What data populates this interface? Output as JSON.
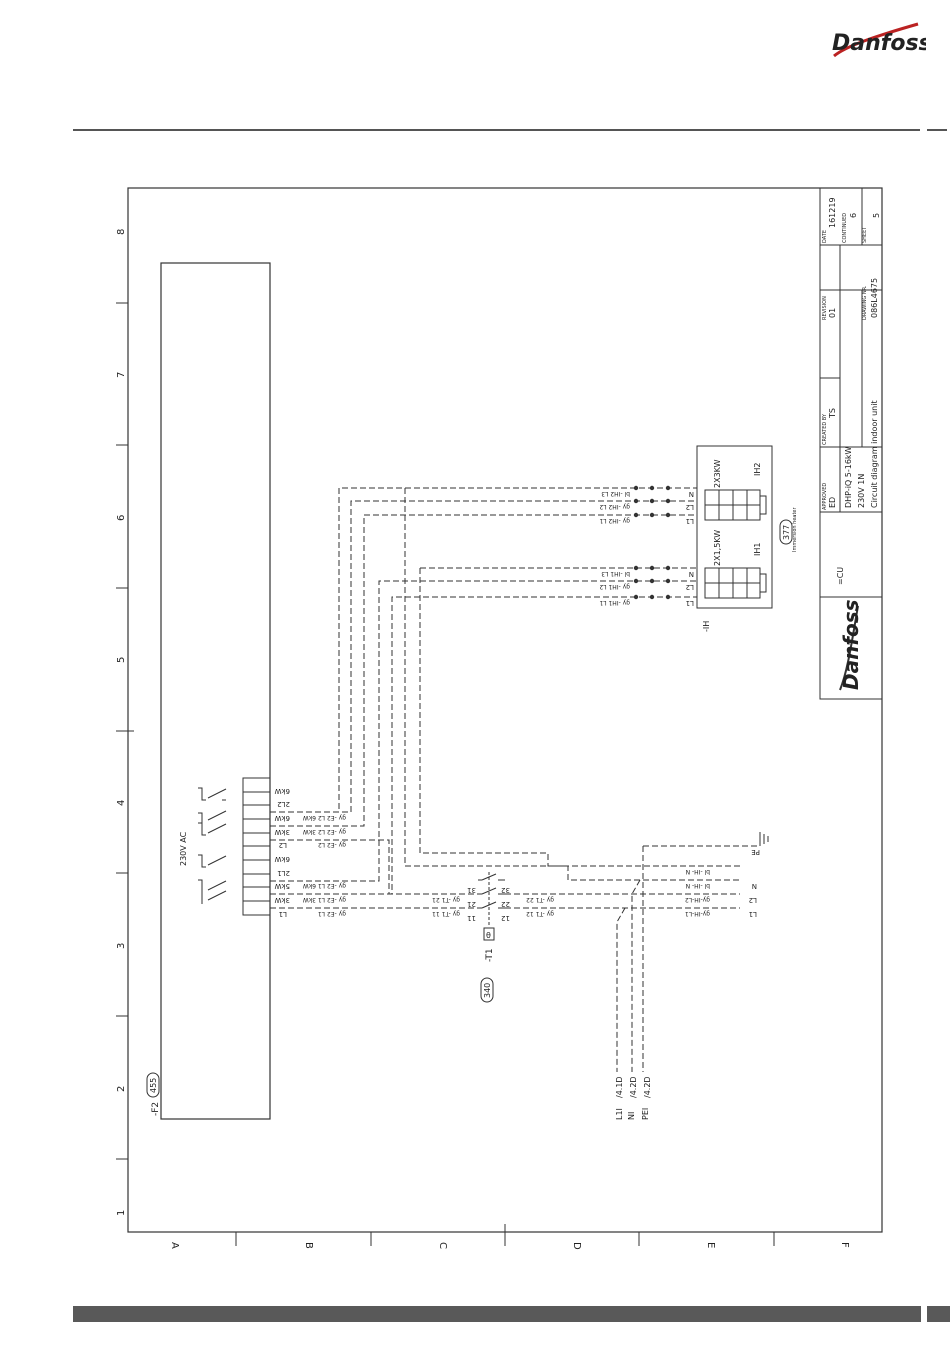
{
  "header": {
    "logo_text": "Danfoss"
  },
  "frame": {
    "row_numbers": [
      "1",
      "2",
      "3",
      "4",
      "5",
      "6",
      "7",
      "8"
    ],
    "col_letters": [
      "A",
      "B",
      "C",
      "D",
      "E",
      "F"
    ]
  },
  "controller": {
    "ref": "-F2",
    "page_ref": "455",
    "supply": "230V AC",
    "terminals": [
      "L1",
      "3kW",
      "5kW",
      "2L1",
      "6kW",
      "L2",
      "3kW",
      "6kW",
      "2L2",
      "6kW"
    ],
    "wire_labels": [
      "gy -E2 L1",
      "gy -E2 L1 3kW",
      "gy -E2 L1 6kW",
      "gy -E2 L2",
      "gy -E2 L2 3kW",
      "gy -E2 L2 6kW"
    ]
  },
  "thermostat": {
    "ref": "-T1",
    "page_ref": "340",
    "sym": "θ",
    "pins": [
      "11",
      "21",
      "31",
      "12",
      "22",
      "32"
    ],
    "left_wires": [
      "gy -T1 11",
      "gy -T1 21"
    ],
    "right_wires": [
      "gy -T1 12",
      "gy -T1 22"
    ]
  },
  "supply_terminals": {
    "terminals": [
      "L1",
      "L2",
      "N",
      "PE"
    ],
    "wires": [
      "gy-IH-L1",
      "gy-IH-L2",
      "bl -IH- N",
      "bl -IH- N"
    ],
    "outputs": [
      "L1I",
      "NI",
      "PEI"
    ],
    "refs": [
      "/4.1D",
      "/4.2D",
      "/4.2D"
    ]
  },
  "immersion": {
    "ref": "-IH",
    "page_ref": "377",
    "description": "Immersion heater",
    "ih1": {
      "name": "IH1",
      "rating": "2X1,5KW",
      "terminals": [
        "L1",
        "L2",
        "N"
      ],
      "wires": [
        "gy -IH1 L1",
        "gy -IH1 L2",
        "bl -IH1 L3"
      ]
    },
    "ih2": {
      "name": "IH2",
      "rating": "2X3KW",
      "terminals": [
        "L1",
        "L2",
        "N"
      ],
      "wires": [
        "gy -IH2 L1",
        "gy -IH2 L2",
        "bl -IH2 L3"
      ]
    }
  },
  "title_block": {
    "logo_text": "Danfoss",
    "location": "=CU",
    "approved_label": "APPROVED",
    "approved": "ED",
    "created_label": "CREATED BY",
    "created": "TS",
    "revision_label": "REVISION",
    "revision": "01",
    "date_label": "DATE",
    "date": "161219",
    "continued_label": "CONTINUED",
    "continued": "6",
    "sheet_label": "SHEET",
    "sheet": "5",
    "drawing_label": "DRAWING NR.",
    "drawing": "086L4675",
    "product": "DHP-iQ 5-16kW",
    "supply": "230V 1N",
    "title": "Circuit diagram indoor unit"
  }
}
